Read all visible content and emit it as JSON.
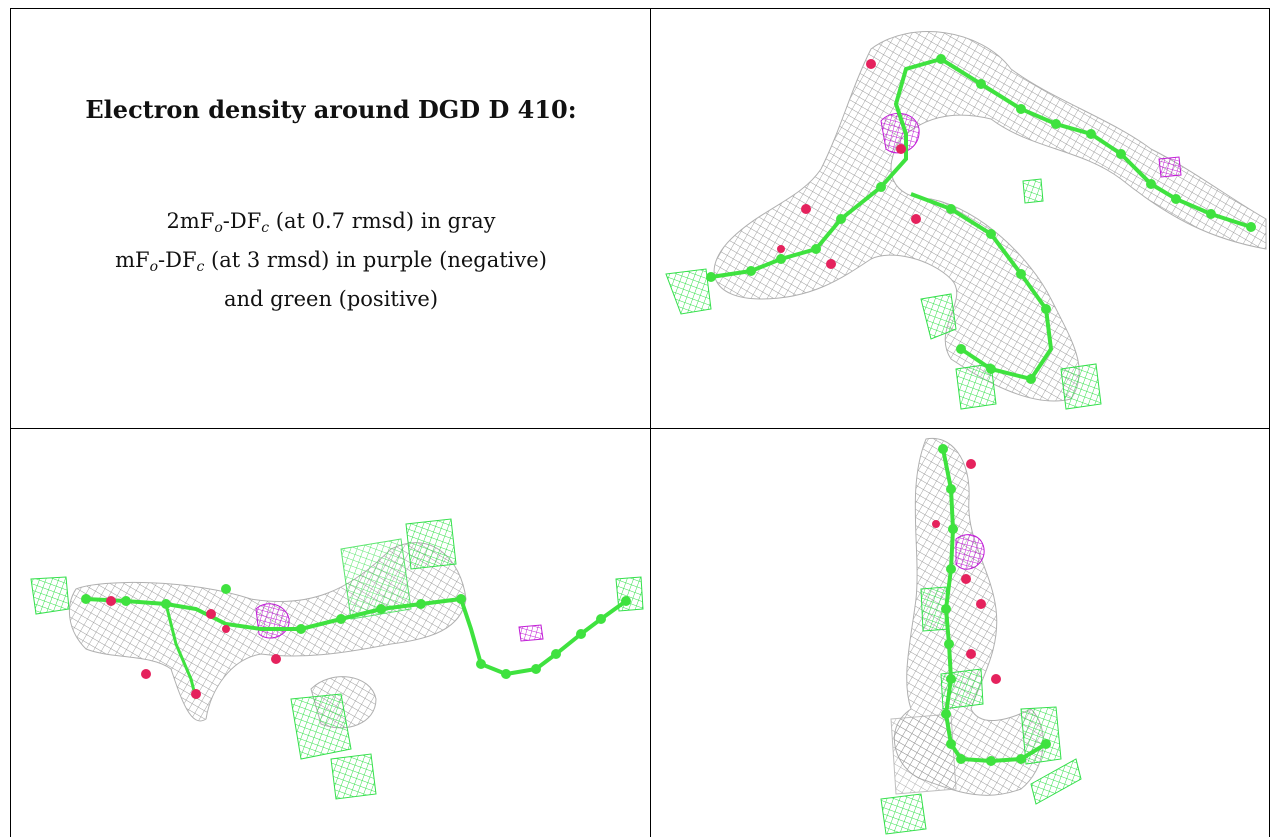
{
  "caption": {
    "title": "Electron density around DGD D 410:",
    "line1": {
      "prefix": "2mF",
      "sub1": "o",
      "mid": "-DF",
      "sub2": "c",
      "suffix": " (at 0.7 rmsd) in gray"
    },
    "line2": {
      "prefix": "mF",
      "sub1": "o",
      "mid": "-DF",
      "sub2": "c",
      "suffix": " (at 3 rmsd) in purple (negative)"
    },
    "line3": "and green (positive)"
  },
  "colors": {
    "mesh_gray": "#9a9a9a",
    "mesh_green": "#33e04a",
    "mesh_purple": "#c11bd6",
    "atom_carbon": "#3fe23f",
    "atom_oxygen": "#e5225d"
  },
  "panels": [
    {
      "view": "top-right",
      "icon": "electron-density-view-1"
    },
    {
      "view": "bottom-left",
      "icon": "electron-density-view-2"
    },
    {
      "view": "bottom-right",
      "icon": "electron-density-view-3"
    }
  ]
}
